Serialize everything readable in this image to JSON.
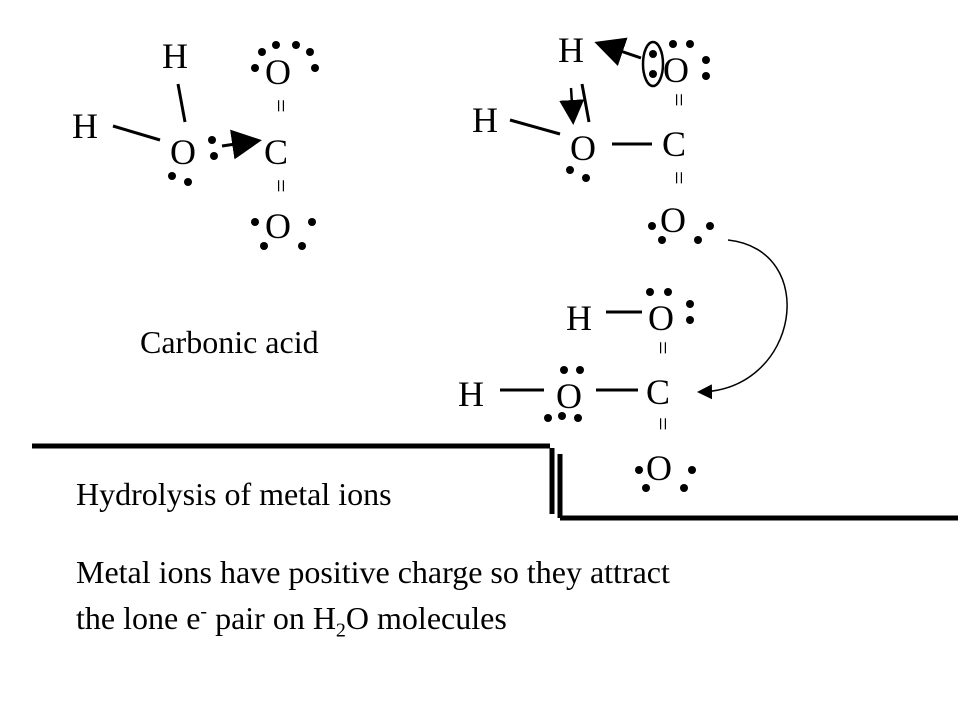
{
  "atoms": {
    "h": "H",
    "o": "O",
    "c": "C",
    "double_bond": "="
  },
  "labels": {
    "carbonic_acid": "Carbonic acid",
    "heading": "Hydrolysis of metal ions",
    "body_line1": "Metal ions have positive charge so they attract",
    "body_line2_a": "the lone e",
    "body_line2_sup": "-",
    "body_line2_b": " pair on H",
    "body_line2_sub": "2",
    "body_line2_c": "O molecules"
  }
}
